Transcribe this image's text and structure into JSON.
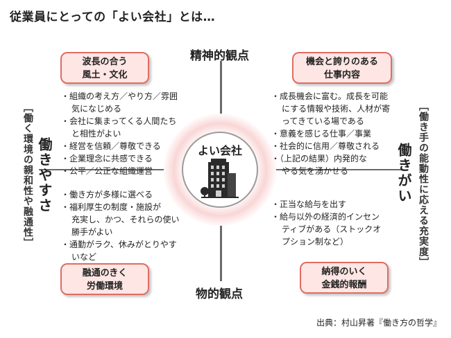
{
  "title": "従業員にとっての「よい会社」とは…",
  "axes": {
    "top": "精神的観点",
    "bottom": "物的観点",
    "left": "働きやすさ",
    "right": "働きがい"
  },
  "side_notes": {
    "left": "［働く環境の親和性や融通性］",
    "right": "［働き手の能動性に応える充実度］"
  },
  "center": {
    "label": "よい会社",
    "icon": "office-building-icon"
  },
  "boxes": {
    "top_left": {
      "line1": "波長の合う",
      "line2": "風土・文化"
    },
    "top_right": {
      "line1": "機会と誇りのある",
      "line2": "仕事内容"
    },
    "bottom_left": {
      "line1": "融通のきく",
      "line2": "労働環境"
    },
    "bottom_right": {
      "line1": "納得のいく",
      "line2": "金銭的報酬"
    }
  },
  "lists": {
    "top_left": [
      [
        "組織の考え方／やり方／雰囲",
        "気になじめる"
      ],
      [
        "会社に集まってくる人間たち",
        "と相性がよい"
      ],
      [
        "経営を信頼／尊敬できる"
      ],
      [
        "企業理念に共感できる"
      ],
      [
        "公平／公正な組織運営"
      ]
    ],
    "top_right": [
      [
        "成長機会に富む。成長を可能",
        "にする情報や技術、人材が寄",
        "ってきている場である"
      ],
      [
        "意義を感じる仕事／事業"
      ],
      [
        "社会的に信用／尊敬される"
      ],
      [
        "（上記の結果）内発的な",
        "やる気を湧かせる"
      ]
    ],
    "bottom_left": [
      [
        "働き方が多様に選べる"
      ],
      [
        "福利厚生の制度・施設が",
        "充実し、かつ、それらの使い",
        "勝手がよい"
      ],
      [
        "通勤がラク、休みがとりやす",
        "いなど"
      ]
    ],
    "bottom_right": [
      [
        "正当な給与を出す"
      ],
      [
        "給与以外の経済的インセン",
        "ティブがある（ストックオ",
        "プション制など）"
      ]
    ]
  },
  "source": "出典：村山昇著『働き方の哲学』",
  "colors": {
    "box_fill": "#fde6e4",
    "box_border": "#e06c62",
    "axis": "#6a6a6a"
  }
}
